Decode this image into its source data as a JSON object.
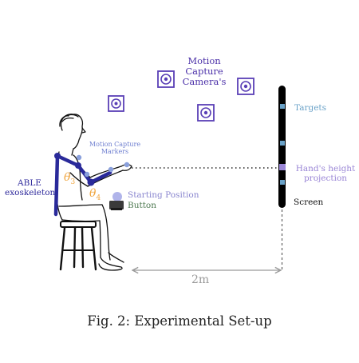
{
  "caption": "Fig. 2: Experimental Set-up",
  "labels": {
    "motion_capture_cameras": [
      "Motion",
      "Capture",
      "Camera's"
    ],
    "motion_capture_markers": [
      "Motion Capture",
      "Markers"
    ],
    "able_exoskeleton": [
      "ABLE",
      "exoskeleton"
    ],
    "targets": "Targets",
    "hands_height_projection": [
      "Hand's height",
      "projection"
    ],
    "screen": "Screen",
    "starting_position": "Starting Position",
    "button": "Button",
    "distance": "2m",
    "theta3": {
      "symbol": "θ",
      "sub": "3"
    },
    "theta4": {
      "symbol": "θ",
      "sub": "4"
    }
  },
  "colors": {
    "camera": "#5a3fb6",
    "exoskeleton": "#2a2a9a",
    "marker": "#8aa0dc",
    "target": "#6aa2c8",
    "projection": "#9a86d6",
    "screen": "#000000",
    "angle": "#f0a640",
    "button": "#4f7a52",
    "start": "#b0b4ea",
    "dimension": "#9a9a9a"
  },
  "icons": [
    "camera-icon",
    "screen",
    "stool",
    "person",
    "exoskeleton-arm",
    "marker",
    "target-marker"
  ]
}
